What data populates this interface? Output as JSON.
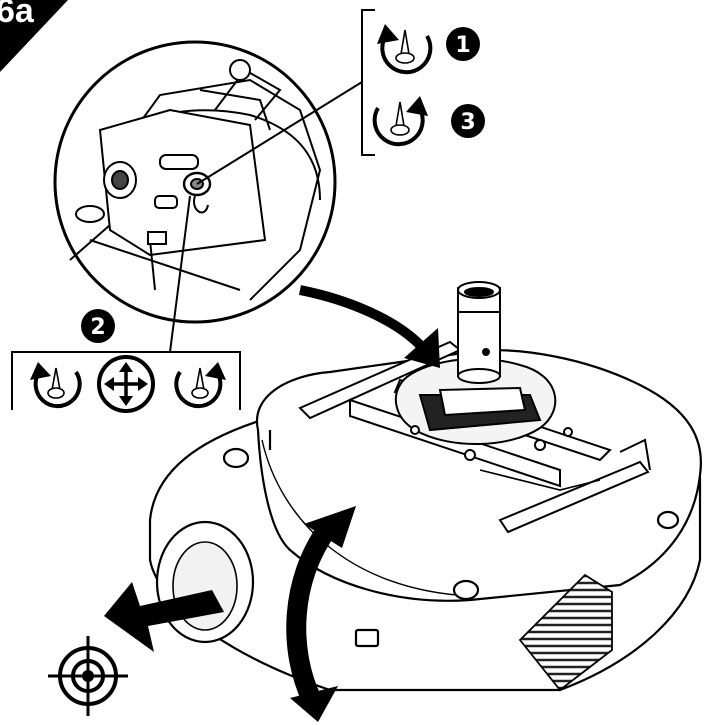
{
  "corner_tab": {
    "label": "6a",
    "color": "#000000"
  },
  "steps": [
    {
      "number": "1",
      "action": "loosen",
      "icon": "rotate-ccw-screw-icon"
    },
    {
      "number": "2",
      "action": "adjust",
      "icon": "move-arrows-icon"
    },
    {
      "number": "3",
      "action": "tighten",
      "icon": "rotate-cw-screw-icon"
    }
  ],
  "icons": {
    "loosen": "rotate-ccw-screw-icon",
    "tighten": "rotate-cw-screw-icon",
    "move": "move-arrows-icon",
    "target": "crosshair-target-icon",
    "tilt": "tilt-arc-arrow-icon",
    "direction": "projection-direction-arrow-icon"
  },
  "colors": {
    "ink": "#000000",
    "paper": "#ffffff",
    "shade": "#e6e6e6"
  }
}
